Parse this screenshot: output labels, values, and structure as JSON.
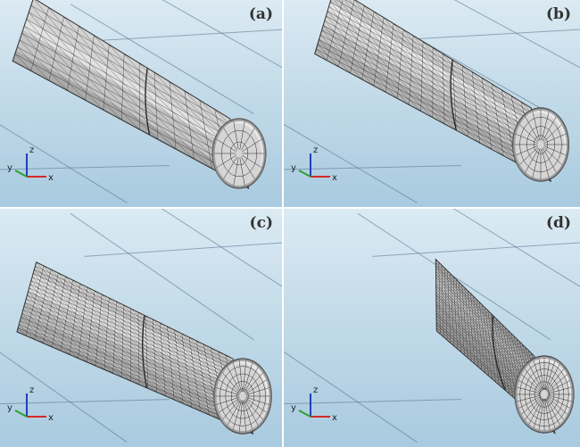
{
  "figure": {
    "panels": [
      {
        "id": "a",
        "label": "(a)",
        "mesh_density": 1
      },
      {
        "id": "b",
        "label": "(b)",
        "mesh_density": 2
      },
      {
        "id": "c",
        "label": "(c)",
        "mesh_density": 3
      },
      {
        "id": "d",
        "label": "(d)",
        "mesh_density": 4
      }
    ],
    "axes": {
      "x": "x",
      "y": "y",
      "z": "z"
    },
    "colors": {
      "axis_x": "#d62728",
      "axis_y": "#2ca02c",
      "axis_z": "#1f3fbf",
      "mesh_line": "#2a2a2a",
      "mesh_face_light": "#e8e8e8",
      "mesh_face_dark": "#8c8c8c"
    }
  }
}
